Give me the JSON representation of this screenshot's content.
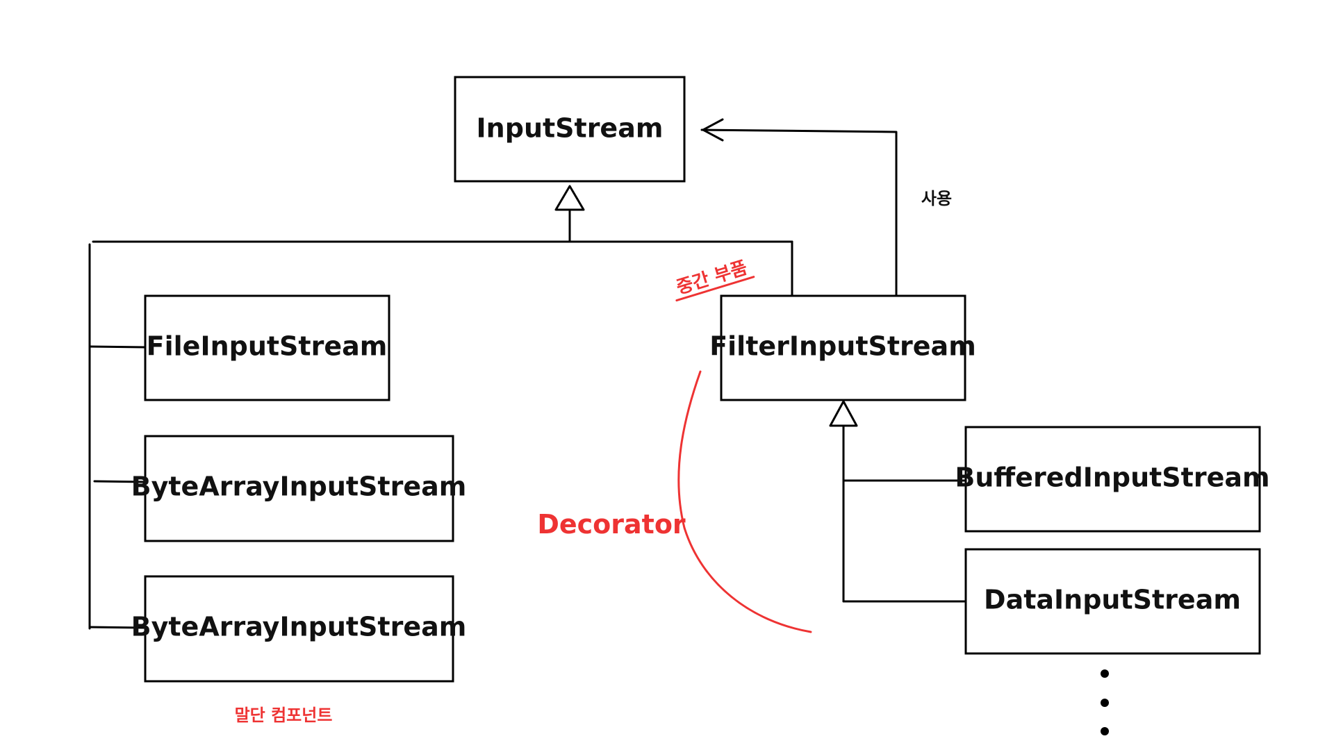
{
  "boxes": {
    "input_stream": "InputStream",
    "file_input_stream": "FileInputStream",
    "byte_array_input_stream_1": "ByteArrayInputStream",
    "byte_array_input_stream_2": "ByteArrayInputStream",
    "filter_input_stream": "FilterInputStream",
    "buffered_input_stream": "BufferedInputStream",
    "data_input_stream": "DataInputStream"
  },
  "annotations": {
    "uses": "사용",
    "intermediate_component": "중간 부품",
    "decorator": "Decorator",
    "terminal_component": "말단 컴포넌트"
  },
  "colors": {
    "stroke": "#000000",
    "annotation_red": "#ee3333"
  }
}
